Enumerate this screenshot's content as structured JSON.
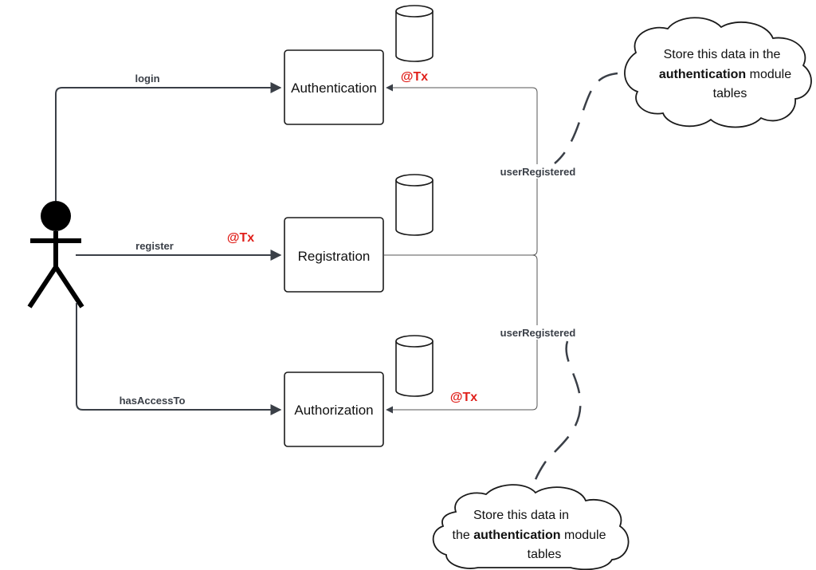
{
  "nodes": {
    "authentication": "Authentication",
    "registration": "Registration",
    "authorization": "Authorization"
  },
  "edges": {
    "login": "login",
    "register": "register",
    "has_access_to": "hasAccessTo",
    "user_registered_top": "userRegistered",
    "user_registered_bottom": "userRegistered"
  },
  "tx_markers": {
    "authentication": "@Tx",
    "registration": "@Tx",
    "authorization": "@Tx"
  },
  "notes": {
    "top": {
      "line1": "Store this data in the",
      "line2_bold": "authentication",
      "line2_rest": " module",
      "line3": "tables"
    },
    "bottom": {
      "line1": "Store this data in",
      "line2_prefix": "the ",
      "line2_bold": "authentication",
      "line2_rest": " module",
      "line3": "tables"
    }
  },
  "colors": {
    "tx": "#e0201b",
    "edge": "#3a3f47"
  }
}
